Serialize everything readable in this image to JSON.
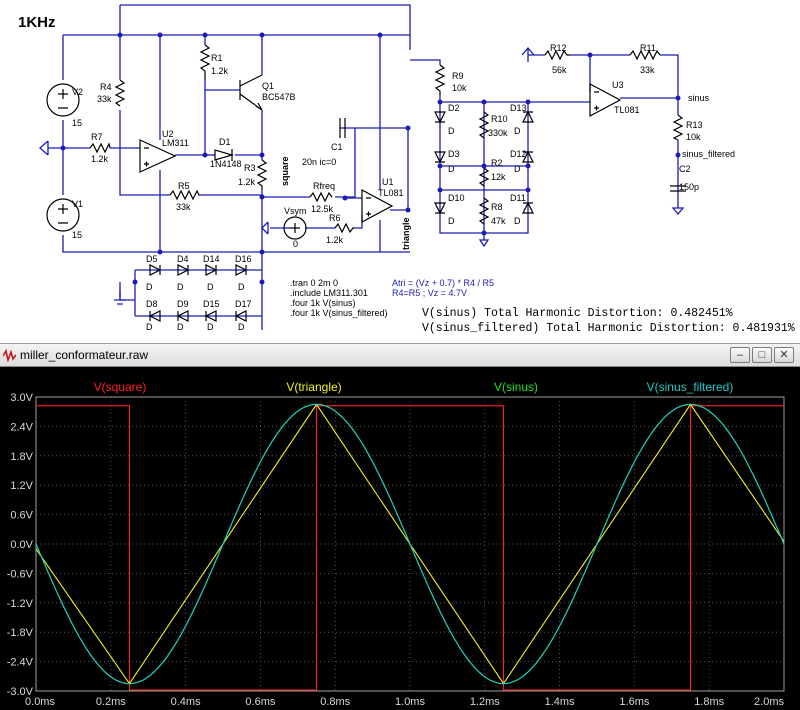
{
  "schematic": {
    "title": "1KHz",
    "components": [
      {
        "ref": "V2",
        "value": "15"
      },
      {
        "ref": "V1",
        "value": "15"
      },
      {
        "ref": "R4",
        "value": "33k"
      },
      {
        "ref": "R7",
        "value": "1.2k"
      },
      {
        "ref": "U2",
        "value": "LM311"
      },
      {
        "ref": "R1",
        "value": "1.2k"
      },
      {
        "ref": "Q1",
        "value": "BC547B"
      },
      {
        "ref": "D1",
        "value": "1N4148"
      },
      {
        "ref": "R3",
        "value": "1.2k"
      },
      {
        "ref": "R5",
        "value": "33k"
      },
      {
        "ref": "C1",
        "value": "20n ic=0"
      },
      {
        "ref": "Rfreq",
        "value": "12.5k"
      },
      {
        "ref": "U1",
        "value": "TL081"
      },
      {
        "ref": "Vsym",
        "value": "0"
      },
      {
        "ref": "R6",
        "value": "1.2k"
      },
      {
        "ref": "R9",
        "value": "10k"
      },
      {
        "ref": "R10",
        "value": "330k"
      },
      {
        "ref": "R2",
        "value": "12k"
      },
      {
        "ref": "R8",
        "value": "47k"
      },
      {
        "ref": "R12",
        "value": "56k"
      },
      {
        "ref": "R11",
        "value": "33k"
      },
      {
        "ref": "U3",
        "value": "TL081"
      },
      {
        "ref": "R13",
        "value": "10k"
      },
      {
        "ref": "C2",
        "value": "150p"
      }
    ],
    "diodes_ladder": [
      "D2",
      "D13",
      "D3",
      "D12",
      "D10",
      "D11"
    ],
    "diodes_ladder_type": "D",
    "diodes_bottom_top": [
      "D5",
      "D4",
      "D14",
      "D16"
    ],
    "diodes_bottom_bottom": [
      "D8",
      "D9",
      "D15",
      "D17"
    ],
    "net_labels": {
      "square": "square",
      "triangle": "triangle",
      "sinus": "sinus",
      "sinus_filtered": "sinus_filtered"
    },
    "spice_lines": [
      ".tran 0 2m 0",
      ".include LM311.301",
      ".four 1k V(sinus)",
      ".four 1k V(sinus_filtered)"
    ],
    "notes": [
      "Atri = (Vz + 0.7) * R4 / R5",
      "R4=R5 ; Vz = 4.7V"
    ],
    "thd": [
      "V(sinus) Total Harmonic Distortion: 0.482451%",
      "V(sinus_filtered) Total Harmonic Distortion: 0.481931%"
    ]
  },
  "waveform_window": {
    "title": "miller_conformateur.raw",
    "buttons": {
      "minimize": "–",
      "maximize": "□",
      "close": "✕"
    },
    "background": "#000000"
  },
  "chart_data": {
    "type": "line",
    "x_unit": "ms",
    "xlim": [
      0.0,
      2.0
    ],
    "ylim": [
      -3.0,
      3.0
    ],
    "x_ticks": [
      "0.0ms",
      "0.2ms",
      "0.4ms",
      "0.6ms",
      "0.8ms",
      "1.0ms",
      "1.2ms",
      "1.4ms",
      "1.6ms",
      "1.8ms",
      "2.0ms"
    ],
    "y_ticks": [
      "3.0V",
      "2.4V",
      "1.8V",
      "1.2V",
      "0.6V",
      "0.0V",
      "-0.6V",
      "-1.2V",
      "-1.8V",
      "-2.4V",
      "-3.0V"
    ],
    "grid": true,
    "legend_placement": "top",
    "series": [
      {
        "name": "V(square)",
        "color": "#ff2020",
        "shape": "square",
        "high": 2.82,
        "low": -2.98,
        "transitions_ms": [
          0.25,
          0.75,
          1.25,
          1.75
        ]
      },
      {
        "name": "V(triangle)",
        "color": "#f0f020",
        "shape": "triangle",
        "points": [
          [
            0.0,
            -0.1
          ],
          [
            0.25,
            -2.85
          ],
          [
            0.75,
            2.85
          ],
          [
            1.25,
            -2.85
          ],
          [
            1.75,
            2.85
          ],
          [
            2.0,
            0.05
          ]
        ]
      },
      {
        "name": "V(sinus)",
        "color": "#22dd22",
        "shape": "sine",
        "amplitude": 2.85,
        "period_ms": 1.0,
        "phase_peak_ms": 0.75
      },
      {
        "name": "V(sinus_filtered)",
        "color": "#20c8c8",
        "shape": "sine",
        "amplitude": 2.85,
        "period_ms": 1.0,
        "phase_peak_ms": 0.75
      }
    ]
  }
}
